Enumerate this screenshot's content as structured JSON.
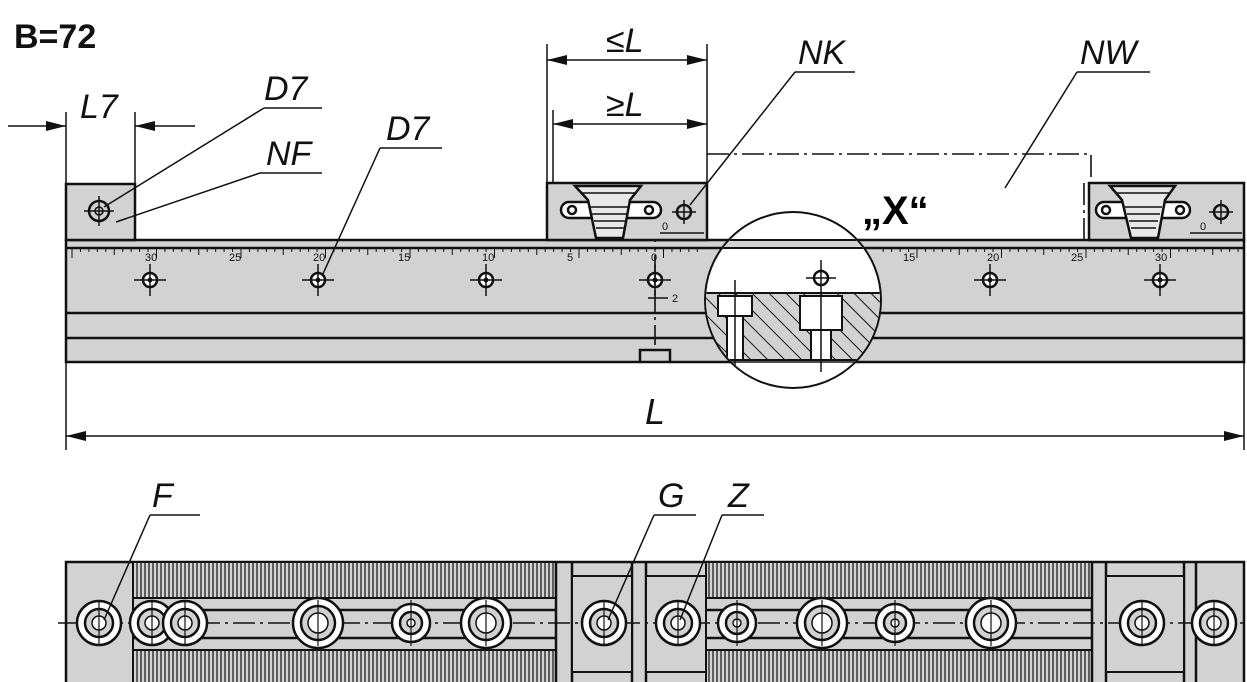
{
  "title": "B=72",
  "labels": {
    "l7": "L7",
    "d7_left": "D7",
    "nf": "NF",
    "d7_mid": "D7",
    "le_l": "≤L",
    "ge_l": "≥L",
    "nk": "NK",
    "nw": "NW",
    "detail_x": "„X“",
    "length": "L",
    "f": "F",
    "g": "G",
    "z": "Z"
  },
  "scale": {
    "left_numbers": [
      "30",
      "25",
      "20",
      "15",
      "10",
      "5",
      "0"
    ],
    "right_numbers": [
      "15",
      "20",
      "25",
      "30"
    ],
    "jaw_zero": "0",
    "mark_2": "2"
  }
}
